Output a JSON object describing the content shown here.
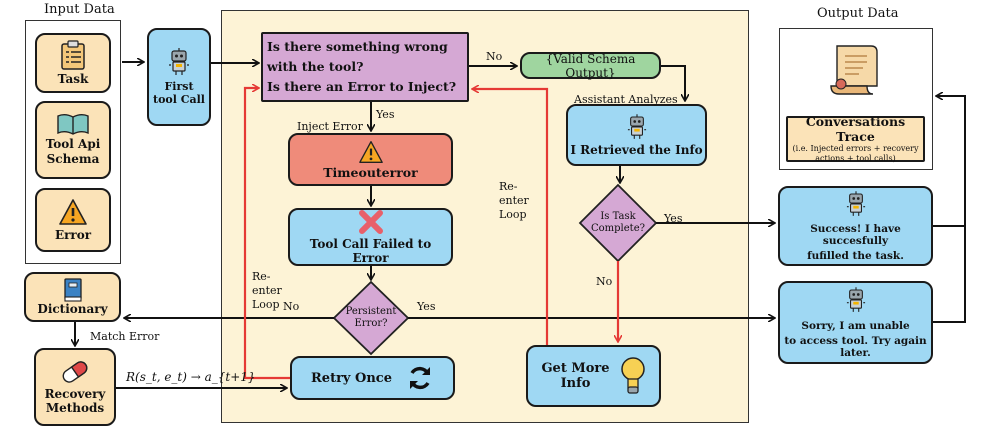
{
  "input_panel": {
    "title": "Input Data",
    "items": [
      "Task",
      "Tool Api Schema",
      "Error"
    ]
  },
  "first_tool_call": {
    "line1": "First",
    "line2": "tool Call"
  },
  "question_box": {
    "line1": "Is there something wrong with the tool?",
    "line2": "Is there an Error to Inject?"
  },
  "valid_output": "{Valid Schema Output}",
  "edge_labels": {
    "no_top": "No",
    "yes_question": "Yes",
    "inject_error": "Inject Error",
    "assistant_analyzes": "Assistant Analyzes",
    "re_enter_loop_center": "Re-enter Loop",
    "re_enter_loop_left": "Re-enter Loop",
    "no_persistent": "No",
    "yes_persistent": "Yes",
    "yes_complete": "Yes",
    "no_complete": "No",
    "match_error": "Match Error"
  },
  "timeout_box": "Timeouterror",
  "tool_failed_box": "Tool Call Failed to Error",
  "persistent_diamond": {
    "line1": "Persistent",
    "line2": "Error?"
  },
  "retry_box": "Retry Once",
  "get_info_box": {
    "line1": "Get More",
    "line2": "Info"
  },
  "retrieved_box": "I Retrieved the Info",
  "complete_diamond": {
    "line1": "Is Task",
    "line2": "Complete?"
  },
  "output_panel": {
    "title": "Output Data",
    "trace_title": "Conversations Trace",
    "trace_sub": "(i.e. Injected errors + recovery actions + tool calls)"
  },
  "success_box": {
    "line1": "Success! I have succesfully",
    "line2": "fufilled the task."
  },
  "sorry_box": {
    "line1": "Sorry, I am unable",
    "line2": "to access tool.  Try again later."
  },
  "dictionary_box": "Dictionary",
  "recovery_box": {
    "line1": "Recovery",
    "line2": "Methods"
  },
  "formula": "R(s_t, e_t) → a_{t+1}",
  "colors": {
    "panel": "#fdf3d6",
    "blue": "#9fd8f3",
    "purple": "#d5a8d4",
    "green": "#9fd59f",
    "salmon": "#ef8b7a",
    "orange": "#fbe3b8",
    "red_line": "#e53935"
  }
}
